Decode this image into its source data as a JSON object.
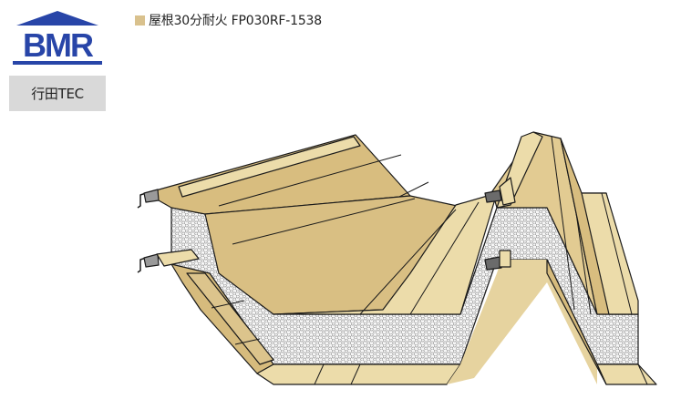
{
  "logo": {
    "text": "BMR",
    "color": "#2845a8"
  },
  "site_badge": {
    "label": "行田TEC"
  },
  "title": {
    "swatch_color": "#d9c18d",
    "text": "屋根30分耐火  FP030RF-1538"
  },
  "diagram": {
    "subject": "roof-panel-cross-section",
    "colors": {
      "panel_light": "#ecdcaa",
      "panel_mid": "#e0c98f",
      "panel_dark": "#d6bb7d",
      "core_fill": "#f4f4f4",
      "core_pattern": "#8a8a8a",
      "outline": "#1a1a1a",
      "joint_gray": "#9a9a9a"
    }
  }
}
